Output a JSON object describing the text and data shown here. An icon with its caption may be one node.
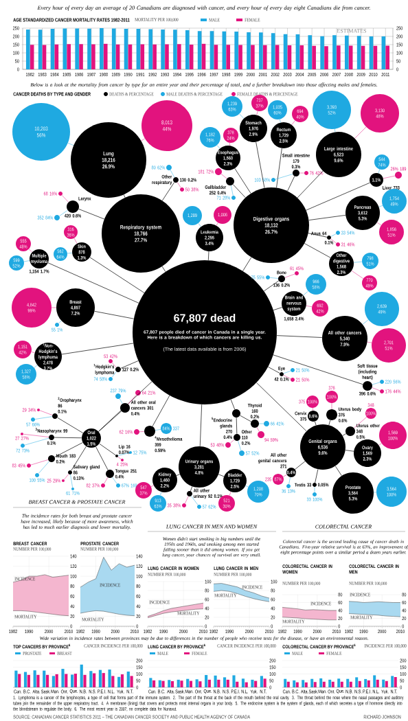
{
  "diagram": {
    "title": "Every hour of every day an average of 20 Canadians are diagnosed with cancer, and every hour of every day eight Canadians die from cancer.",
    "nodes": [
      {
        "text": [
          "67,807 dead",
          "67,807 people died of cancer in Canada in a single year. Here is a breakdown of which cancers are killing us.",
          "(The latest data available is from 2006)"
        ]
      },
      {
        "text": [
          "Respiratory system",
          "18,766",
          "27.7%"
        ]
      },
      {
        "text": [
          "Lung",
          "18,216",
          "26.9%"
        ]
      },
      {
        "text": [
          "10,203",
          "56%"
        ]
      },
      {
        "text": [
          "8,013",
          "44%"
        ]
      },
      {
        "text": [
          "Other respiratory",
          "130",
          "0.2%"
        ]
      },
      {
        "text": [
          "80",
          "62%"
        ]
      },
      {
        "text": [
          "50",
          "38%"
        ]
      },
      {
        "text": [
          "Larynx",
          "420",
          "0.6%"
        ]
      },
      {
        "text": [
          "68",
          "16%"
        ]
      },
      {
        "text": [
          "352",
          "84%"
        ]
      },
      {
        "text": [
          "Multiple myeloma",
          "1,154",
          "1.7%"
        ]
      },
      {
        "text": [
          "555",
          "48%"
        ]
      },
      {
        "text": [
          "599",
          "52%"
        ]
      },
      {
        "text": [
          "Skin",
          "878",
          "1.3%"
        ]
      },
      {
        "text": [
          "316",
          "36%"
        ]
      },
      {
        "text": [
          "562",
          "64%"
        ]
      },
      {
        "text": [
          "Leukemia",
          "2,295",
          "3.4%"
        ]
      },
      {
        "text": [
          "1,289"
        ]
      },
      {
        "text": [
          "1,006"
        ]
      },
      {
        "text": [
          "Digestive organs",
          "18,132",
          "26.7%"
        ]
      },
      {
        "text": [
          "Esophagus",
          "1,560",
          "2.3%"
        ]
      },
      {
        "text": [
          "1,182",
          "76%"
        ]
      },
      {
        "text": [
          "378",
          "24%"
        ]
      },
      {
        "text": [
          "Stomach",
          "1,976",
          "2.9%"
        ]
      },
      {
        "text": [
          "1,239",
          "63%"
        ]
      },
      {
        "text": [
          "737",
          "37%"
        ]
      },
      {
        "text": [
          "Rectum",
          "1,729",
          "2.5%"
        ]
      },
      {
        "text": [
          "1,035",
          "60%"
        ]
      },
      {
        "text": [
          "694",
          "40%"
        ]
      },
      {
        "text": [
          "Gallbladder",
          "252",
          "0.4%"
        ]
      },
      {
        "text": [
          "181",
          "72%"
        ]
      },
      {
        "text": [
          "71",
          "28%"
        ]
      },
      {
        "text": [
          "Small intestine",
          "179",
          "0.3%"
        ]
      },
      {
        "text": [
          "103",
          "58%"
        ]
      },
      {
        "text": [
          "76",
          "42%"
        ]
      },
      {
        "text": [
          "Large intestine",
          "6,523",
          "9.6%"
        ]
      },
      {
        "text": [
          "3,393",
          "52%"
        ]
      },
      {
        "text": [
          "3,130",
          "48%"
        ]
      },
      {
        "text": [
          "1.1%",
          "Liver 733"
        ]
      },
      {
        "text": [
          "544",
          "74%"
        ]
      },
      {
        "text": [
          "26%",
          "189"
        ]
      },
      {
        "text": [
          "Pancreas",
          "3,612",
          "5.3%"
        ]
      },
      {
        "text": [
          "1,754",
          "49%"
        ]
      },
      {
        "text": [
          "1,856",
          "51%"
        ]
      },
      {
        "text": [
          "Anus 64",
          "0.1%"
        ]
      },
      {
        "text": [
          "33",
          "54%"
        ]
      },
      {
        "text": [
          "31",
          "46%"
        ]
      },
      {
        "text": [
          "Other digestive",
          "1,568",
          "2.3%"
        ]
      },
      {
        "text": [
          "798",
          "51%"
        ]
      },
      {
        "text": [
          "770",
          "49%"
        ]
      },
      {
        "text": [
          "Bone",
          "136",
          "0.2%"
        ]
      },
      {
        "text": [
          "75",
          "55%"
        ]
      },
      {
        "text": [
          "61",
          "45%"
        ]
      },
      {
        "text": [
          "Brain and nervous system",
          "1,658",
          "2.4%"
        ]
      },
      {
        "text": [
          "966",
          "58%"
        ]
      },
      {
        "text": [
          "692",
          "42%"
        ]
      },
      {
        "text": [
          "All other cancers",
          "5,340",
          "7.9%"
        ]
      },
      {
        "text": [
          "2,639",
          "49%"
        ]
      },
      {
        "text": [
          "2,701",
          "51%"
        ]
      },
      {
        "text": [
          "Breast",
          "4,897",
          "7.2%"
        ]
      },
      {
        "text": [
          "4,842",
          "99%"
        ]
      },
      {
        "text": [
          "55",
          "1%"
        ]
      },
      {
        "text": [
          "$^{1}$Non-Hodgkin's lymphoma",
          "2,478",
          "3.7%"
        ]
      },
      {
        "text": [
          "1,151",
          "42%"
        ]
      },
      {
        "text": [
          "1,327",
          "58%"
        ]
      },
      {
        "text": [
          "$^{1}$Hodgkin's lymphoma",
          "127",
          "0.2%"
        ]
      },
      {
        "text": [
          "53",
          "42%"
        ]
      },
      {
        "text": [
          "74",
          "58%"
        ]
      },
      {
        "text": [
          "Eye",
          "42",
          "0.1%"
        ]
      },
      {
        "text": [
          "21",
          "50%"
        ]
      },
      {
        "text": [
          "21",
          "50%"
        ]
      },
      {
        "text": [
          "Soft tissue (including heart)",
          "396",
          "0.6%"
        ]
      },
      {
        "text": [
          "220",
          "56%"
        ]
      },
      {
        "text": [
          "176",
          "44%"
        ]
      },
      {
        "text": [
          "Oral",
          "1,022",
          "1.5%"
        ]
      },
      {
        "text": [
          "All other oral cancers 301",
          "0.4%"
        ]
      },
      {
        "text": [
          "237",
          "79%"
        ]
      },
      {
        "text": [
          "64",
          "21%"
        ]
      },
      {
        "text": [
          "$^{2}$Oropharynx 86",
          "0.1%"
        ]
      },
      {
        "text": [
          "29",
          "34%"
        ]
      },
      {
        "text": [
          "57",
          "66%"
        ]
      },
      {
        "text": [
          "$^{3}$Nasopharynx 99",
          "0.1%"
        ]
      },
      {
        "text": [
          "27",
          "27%"
        ]
      },
      {
        "text": [
          "72",
          "73%"
        ]
      },
      {
        "text": [
          "Mouth 183",
          "0.2%"
        ]
      },
      {
        "text": [
          "83",
          "45%"
        ]
      },
      {
        "text": [
          "100",
          "55%"
        ]
      },
      {
        "text": [
          "Salivary gland 86",
          "0.13%"
        ]
      },
      {
        "text": [
          "25",
          "29%"
        ]
      },
      {
        "text": [
          "61",
          "71%"
        ]
      },
      {
        "text": [
          "Tongue 251",
          "0.4%"
        ]
      },
      {
        "text": [
          "82",
          "37%"
        ]
      },
      {
        "text": [
          "67%",
          "169"
        ]
      },
      {
        "text": [
          "Lip 16",
          "0.07%"
        ]
      },
      {
        "text": [
          "12",
          "75%"
        ]
      },
      {
        "text": [
          "4",
          "25%"
        ]
      },
      {
        "text": [
          "$^{4}$Mesothelioma 399",
          "0.59%"
        ]
      },
      {
        "text": [
          "62",
          "16%"
        ]
      },
      {
        "text": [
          "84%",
          "337"
        ]
      },
      {
        "text": [
          "$^{5}$Endocrine glands",
          "270",
          "0.4%"
        ]
      },
      {
        "text": [
          "Thyroid",
          "160",
          "0.2%"
        ]
      },
      {
        "text": [
          "66",
          "41%"
        ]
      },
      {
        "text": [
          "94",
          "59%"
        ]
      },
      {
        "text": [
          "Other",
          "110",
          "0.2%"
        ]
      },
      {
        "text": [
          "53",
          "48%"
        ]
      },
      {
        "text": [
          "57",
          "52%"
        ]
      },
      {
        "text": [
          "Genital organs",
          "6,536",
          "9.6%"
        ]
      },
      {
        "text": [
          "Cervix",
          "375",
          "0.6%"
        ]
      },
      {
        "text": [
          "375",
          "100%"
        ]
      },
      {
        "text": [
          "Uterus body",
          "376",
          "0.6%"
        ]
      },
      {
        "text": [
          "376",
          "100%"
        ]
      },
      {
        "text": [
          "Uterus other",
          "348",
          "0.5%"
        ]
      },
      {
        "text": [
          "348",
          "100%"
        ]
      },
      {
        "text": [
          "Ovary",
          "1,569",
          "2.3%"
        ]
      },
      {
        "text": [
          "1,569",
          "100%"
        ]
      },
      {
        "text": [
          "Prostate",
          "3,564",
          "5.3%"
        ]
      },
      {
        "text": [
          "3,564",
          "100%"
        ]
      },
      {
        "text": [
          "Testis 33",
          "0.05%"
        ]
      },
      {
        "text": [
          "33",
          "100%"
        ]
      },
      {
        "text": [
          "All other genital cancers",
          "271",
          "0.4%"
        ]
      },
      {
        "text": [
          "235",
          "87%"
        ]
      },
      {
        "text": [
          "36",
          "13%"
        ]
      },
      {
        "text": [
          "Urinary organs",
          "3,281",
          "4.8%"
        ]
      },
      {
        "text": [
          "Kidney",
          "1,460",
          "2.2%"
        ]
      },
      {
        "text": [
          "547",
          "37%"
        ]
      },
      {
        "text": [
          "913",
          "63%"
        ]
      },
      {
        "text": [
          "All other urinary",
          "92",
          "0.1%"
        ]
      },
      {
        "text": [
          "35",
          "38%"
        ]
      },
      {
        "text": [
          "57",
          "62%"
        ]
      },
      {
        "text": [
          "Bladder",
          "1,729",
          "2.5%"
        ]
      },
      {
        "text": [
          "521",
          "30%"
        ]
      },
      {
        "text": [
          "1,208",
          "70%"
        ]
      }
    ],
    "edges": [
      {
        "from": 0,
        "to": 1,
        "arrow": "none"
      },
      {
        "from": 0,
        "to": 11,
        "arrow": "none"
      },
      {
        "from": 0,
        "to": 14,
        "arrow": "none"
      },
      {
        "from": 0,
        "to": 17,
        "arrow": "none"
      },
      {
        "from": 0,
        "to": 20,
        "arrow": "none"
      },
      {
        "from": 0,
        "to": 51,
        "arrow": "none"
      },
      {
        "from": 0,
        "to": 54,
        "arrow": "none"
      },
      {
        "from": 0,
        "to": 57,
        "arrow": "none"
      },
      {
        "from": 0,
        "to": 60,
        "arrow": "none"
      },
      {
        "from": 0,
        "to": 63,
        "arrow": "none"
      },
      {
        "from": 0,
        "to": 66,
        "arrow": "none"
      },
      {
        "from": 0,
        "to": 69,
        "arrow": "none"
      },
      {
        "from": 0,
        "to": 72,
        "arrow": "none"
      },
      {
        "from": 0,
        "to": 75,
        "arrow": "none"
      },
      {
        "from": 0,
        "to": 97,
        "arrow": "none"
      },
      {
        "from": 0,
        "to": 100,
        "arrow": "none"
      },
      {
        "from": 0,
        "to": 107,
        "arrow": "none"
      },
      {
        "from": 0,
        "to": 123,
        "arrow": "none"
      },
      {
        "from": 1,
        "to": 2,
        "arrow": "none"
      },
      {
        "from": 1,
        "to": 5,
        "arrow": "none"
      },
      {
        "from": 1,
        "to": 8,
        "arrow": "none"
      },
      {
        "from": 2,
        "to": 3,
        "arrow": "none",
        "color": "#1fa9e1"
      },
      {
        "from": 2,
        "to": 4,
        "arrow": "none",
        "color": "#e2137e"
      },
      {
        "from": 5,
        "to": 6,
        "arrow": "none",
        "color": "#1fa9e1"
      },
      {
        "from": 5,
        "to": 7,
        "arrow": "none",
        "color": "#e2137e"
      },
      {
        "from": 8,
        "to": 9,
        "arrow": "none",
        "color": "#e2137e"
      },
      {
        "from": 8,
        "to": 10,
        "arrow": "none",
        "color": "#1fa9e1"
      },
      {
        "from": 11,
        "to": 12,
        "arrow": "none",
        "color": "#e2137e"
      },
      {
        "from": 11,
        "to": 13,
        "arrow": "none",
        "color": "#1fa9e1"
      },
      {
        "from": 14,
        "to": 15,
        "arrow": "none",
        "color": "#e2137e"
      },
      {
        "from": 14,
        "to": 16,
        "arrow": "none",
        "color": "#1fa9e1"
      },
      {
        "from": 17,
        "to": 18,
        "arrow": "none",
        "color": "#1fa9e1"
      },
      {
        "from": 17,
        "to": 19,
        "arrow": "none",
        "color": "#e2137e"
      },
      {
        "from": 20,
        "to": 21,
        "arrow": "none"
      },
      {
        "from": 20,
        "to": 24,
        "arrow": "none"
      },
      {
        "from": 20,
        "to": 27,
        "arrow": "none"
      },
      {
        "from": 20,
        "to": 30,
        "arrow": "none"
      },
      {
        "from": 20,
        "to": 33,
        "arrow": "none"
      },
      {
        "from": 20,
        "to": 36,
        "arrow": "none"
      },
      {
        "from": 20,
        "to": 39,
        "arrow": "none"
      },
      {
        "from": 20,
        "to": 42,
        "arrow": "none"
      },
      {
        "from": 20,
        "to": 45,
        "arrow": "none"
      },
      {
        "from": 20,
        "to": 48,
        "arrow": "none"
      },
      {
        "from": 21,
        "to": 22,
        "arrow": "none",
        "color": "#1fa9e1"
      },
      {
        "from": 21,
        "to": 23,
        "arrow": "none",
        "color": "#e2137e"
      },
      {
        "from": 24,
        "to": 25,
        "arrow": "none",
        "color": "#1fa9e1"
      },
      {
        "from": 24,
        "to": 26,
        "arrow": "none",
        "color": "#e2137e"
      },
      {
        "from": 27,
        "to": 28,
        "arrow": "none",
        "color": "#1fa9e1"
      },
      {
        "from": 27,
        "to": 29,
        "arrow": "none",
        "color": "#e2137e"
      },
      {
        "from": 30,
        "to": 31,
        "arrow": "none",
        "color": "#e2137e"
      },
      {
        "from": 30,
        "to": 32,
        "arrow": "none",
        "color": "#1fa9e1"
      },
      {
        "from": 33,
        "to": 34,
        "arrow": "none",
        "color": "#1fa9e1"
      },
      {
        "from": 33,
        "to": 35,
        "arrow": "none",
        "color": "#e2137e"
      },
      {
        "from": 36,
        "to": 37,
        "arrow": "none",
        "color": "#1fa9e1"
      },
      {
        "from": 36,
        "to": 38,
        "arrow": "none",
        "color": "#e2137e"
      },
      {
        "from": 39,
        "to": 40,
        "arrow": "none",
        "color": "#1fa9e1"
      },
      {
        "from": 39,
        "to": 41,
        "arrow": "none",
        "color": "#e2137e"
      },
      {
        "from": 42,
        "to": 43,
        "arrow": "none",
        "color": "#1fa9e1"
      },
      {
        "from": 42,
        "to": 44,
        "arrow": "none",
        "color": "#e2137e"
      },
      {
        "from": 45,
        "to": 46,
        "arrow": "none",
        "color": "#1fa9e1"
      },
      {
        "from": 45,
        "to": 47,
        "arrow": "none",
        "color": "#e2137e"
      },
      {
        "from": 48,
        "to": 49,
        "arrow": "none",
        "color": "#1fa9e1"
      },
      {
        "from": 48,
        "to": 50,
        "arrow": "none",
        "color": "#e2137e"
      },
      {
        "from": 51,
        "to": 52,
        "arrow": "none",
        "color": "#1fa9e1"
      },
      {
        "from": 51,
        "to": 53,
        "arrow": "none",
        "color": "#e2137e"
      },
      {
        "from": 54,
        "to": 55,
        "arrow": "none",
        "color": "#1fa9e1"
      },
      {
        "from": 54,
        "to": 56,
        "arrow": "none",
        "color": "#e2137e"
      },
      {
        "from": 57,
        "to": 58,
        "arrow": "none",
        "color": "#1fa9e1"
      },
      {
        "from": 57,
        "to": 59,
        "arrow": "none",
        "color": "#e2137e"
      },
      {
        "from": 60,
        "to": 61,
        "arrow": "none",
        "color": "#e2137e"
      },
      {
        "from": 60,
        "to": 62,
        "arrow": "none",
        "color": "#1fa9e1"
      },
      {
        "from": 63,
        "to": 64,
        "arrow": "none",
        "color": "#e2137e"
      },
      {
        "from": 63,
        "to": 65,
        "arrow": "none",
        "color": "#1fa9e1"
      },
      {
        "from": 66,
        "to": 67,
        "arrow": "none",
        "color": "#e2137e"
      },
      {
        "from": 66,
        "to": 68,
        "arrow": "none",
        "color": "#1fa9e1"
      },
      {
        "from": 69,
        "to": 70,
        "arrow": "none",
        "color": "#1fa9e1"
      },
      {
        "from": 69,
        "to": 71,
        "arrow": "none",
        "color": "#e2137e"
      },
      {
        "from": 72,
        "to": 73,
        "arrow": "none",
        "color": "#1fa9e1"
      },
      {
        "from": 72,
        "to": 74,
        "arrow": "none",
        "color": "#e2137e"
      },
      {
        "from": 75,
        "to": 76,
        "arrow": "none"
      },
      {
        "from": 75,
        "to": 79,
        "arrow": "none"
      },
      {
        "from": 75,
        "to": 82,
        "arrow": "none"
      },
      {
        "from": 75,
        "to": 85,
        "arrow": "none"
      },
      {
        "from": 75,
        "to": 88,
        "arrow": "none"
      },
      {
        "from": 75,
        "to": 91,
        "arrow": "none"
      },
      {
        "from": 75,
        "to": 94,
        "arrow": "none"
      },
      {
        "from": 76,
        "to": 77,
        "arrow": "none",
        "color": "#1fa9e1"
      },
      {
        "from": 76,
        "to": 78,
        "arrow": "none",
        "color": "#e2137e"
      },
      {
        "from": 79,
        "to": 80,
        "arrow": "none",
        "color": "#e2137e"
      },
      {
        "from": 79,
        "to": 81,
        "arrow": "none",
        "color": "#1fa9e1"
      },
      {
        "from": 82,
        "to": 83,
        "arrow": "none",
        "color": "#e2137e"
      },
      {
        "from": 82,
        "to": 84,
        "arrow": "none",
        "color": "#1fa9e1"
      },
      {
        "from": 85,
        "to": 86,
        "arrow": "none",
        "color": "#e2137e"
      },
      {
        "from": 85,
        "to": 87,
        "arrow": "none",
        "color": "#1fa9e1"
      },
      {
        "from": 88,
        "to": 89,
        "arrow": "none",
        "color": "#e2137e"
      },
      {
        "from": 88,
        "to": 90,
        "arrow": "none",
        "color": "#1fa9e1"
      },
      {
        "from": 91,
        "to": 92,
        "arrow": "none",
        "color": "#e2137e"
      },
      {
        "from": 91,
        "to": 93,
        "arrow": "none",
        "color": "#1fa9e1"
      },
      {
        "from": 94,
        "to": 95,
        "arrow": "none",
        "color": "#1fa9e1"
      },
      {
        "from": 94,
        "to": 96,
        "arrow": "none",
        "color": "#e2137e"
      },
      {
        "from": 97,
        "to": 98,
        "arrow": "none",
        "color": "#e2137e"
      },
      {
        "from": 97,
        "to": 99,
        "arrow": "none",
        "color": "#1fa9e1"
      },
      {
        "from": 100,
        "to": 101,
        "arrow": "none"
      },
      {
        "from": 100,
        "to": 104,
        "arrow": "none"
      },
      {
        "from": 101,
        "to": 102,
        "arrow": "none",
        "color": "#1fa9e1"
      },
      {
        "from": 101,
        "to": 103,
        "arrow": "none",
        "color": "#e2137e"
      },
      {
        "from": 104,
        "to": 105,
        "arrow": "none",
        "color": "#e2137e"
      },
      {
        "from": 104,
        "to": 106,
        "arrow": "none",
        "color": "#1fa9e1"
      },
      {
        "from": 107,
        "to": 108,
        "arrow": "none"
      },
      {
        "from": 107,
        "to": 110,
        "arrow": "none"
      },
      {
        "from": 107,
        "to": 112,
        "arrow": "none"
      },
      {
        "from": 107,
        "to": 114,
        "arrow": "none"
      },
      {
        "from": 107,
        "to": 116,
        "arrow": "none"
      },
      {
        "from": 107,
        "to": 118,
        "arrow": "none"
      },
      {
        "from": 107,
        "to": 120,
        "arrow": "none"
      },
      {
        "from": 108,
        "to": 109,
        "arrow": "none",
        "color": "#e2137e"
      },
      {
        "from": 110,
        "to": 111,
        "arrow": "none",
        "color": "#e2137e"
      },
      {
        "from": 112,
        "to": 113,
        "arrow": "none",
        "color": "#e2137e"
      },
      {
        "from": 114,
        "to": 115,
        "arrow": "none",
        "color": "#e2137e"
      },
      {
        "from": 116,
        "to": 117,
        "arrow": "none",
        "color": "#1fa9e1"
      },
      {
        "from": 118,
        "to": 119,
        "arrow": "none",
        "color": "#1fa9e1"
      },
      {
        "from": 120,
        "to": 121,
        "arrow": "none",
        "color": "#e2137e"
      },
      {
        "from": 120,
        "to": 122,
        "arrow": "none",
        "color": "#1fa9e1"
      },
      {
        "from": 123,
        "to": 124,
        "arrow": "none"
      },
      {
        "from": 123,
        "to": 127,
        "arrow": "none"
      },
      {
        "from": 123,
        "to": 130,
        "arrow": "none"
      },
      {
        "from": 124,
        "to": 125,
        "arrow": "none",
        "color": "#e2137e"
      },
      {
        "from": 124,
        "to": 126,
        "arrow": "none",
        "color": "#1fa9e1"
      },
      {
        "from": 127,
        "to": 128,
        "arrow": "none",
        "color": "#e2137e"
      },
      {
        "from": 127,
        "to": 129,
        "arrow": "none",
        "color": "#1fa9e1"
      },
      {
        "from": 130,
        "to": 131,
        "arrow": "none",
        "color": "#e2137e"
      },
      {
        "from": 130,
        "to": 132,
        "arrow": "none",
        "color": "#1fa9e1"
      }
    ],
    "labels": [
      "ESTIMATES",
      "Below is a look at the mortality from cancer by type for an entire year and their percentage of total, and a further breakdown into those affecting males and females.",
      "CANCER DEATHS BY TYPE AND GENDER",
      "BREAST CANCER & PROSTATE CANCER",
      "The incidence rates for both breast and prostate cancer have increased, likely because of more awareness, which has led to much earlier diagnosis and lower mortality.",
      "LUNG CANCER IN MEN AND WOMEN",
      "COLORECTAL CANCER",
      "Women didn't start smoking in big numbers until the 1950s and 1960s, and smoking among men started falling sooner than it did among women. If you get lung cancer, your chances of survival are very small.",
      "Colorectal cancer is the second leading cause of cancer death in Canadians. Five-year relative survival is at 63%, an improvement of eight percentage points over a similar period a dozen years earlier.",
      "BREAST CANCER",
      "NUMBER PER 100,000",
      "INCIDENCE",
      "MORTALITY",
      "0",
      "20",
      "40",
      "60",
      "80",
      "100",
      "120",
      "140",
      "1982",
      "1990",
      "2000",
      "2010",
      "PROSTATE CANCER",
      "NUMBER PER 100,000",
      "INCIDENCE",
      "MORTALITY",
      "0",
      "20",
      "40",
      "60",
      "80",
      "100",
      "120",
      "140",
      "1982",
      "1990",
      "2000",
      "2010",
      "LUNG CANCER IN WOMEN",
      "NUMBER PER 100,000",
      "INCIDENCE",
      "MORTALITY",
      "0",
      "20",
      "40",
      "60",
      "80",
      "100",
      "1982",
      "1990",
      "2000",
      "2010",
      "LUNG CANCER IN MEN",
      "NUMBER PER 100,000",
      "INCIDENCE",
      "MORTALITY",
      "0",
      "20",
      "40",
      "60",
      "80",
      "100",
      "1982",
      "1990",
      "2000",
      "2010",
      "COLORECTAL CANCER IN WOMEN",
      "NUMBER PER 100,000",
      "INCIDENCE",
      "MORTALITY",
      "0",
      "20",
      "40",
      "60",
      "80",
      "1982",
      "1990",
      "2000",
      "2010",
      "COLORECTAL CANCER IN MEN",
      "NUMBER PER 100,000",
      "INCIDENCE",
      "MORTALITY",
      "0",
      "20",
      "40",
      "60",
      "80",
      "1982",
      "1990",
      "2000",
      "2010",
      "Wide variation in incidence rates between provinces may be due to differences in the number of people who receive tests for the disease, or have an environmental reason.",
      "TOP CANCERS BY PROVINCE$^{6}$",
      "CANCER INCIDENCE PER 100,000",
      "0",
      "50",
      "100",
      "150",
      "200",
      "Can.",
      "B.C.",
      "Alta.",
      "Sask.",
      "Man.",
      "Ont.",
      "Que.",
      "N.B.",
      "N.S.",
      "P.E.I.",
      "N.L.",
      "Yuk.",
      "N.T.",
      "LUNG CANCER BY PROVINCE$^{6}$",
      "CANCER INCIDENCE PER 100,000",
      "0",
      "50",
      "100",
      "150",
      "200",
      "Can.",
      "B.C.",
      "Alta.",
      "Sask.",
      "Man.",
      "Ont.",
      "Que.",
      "N.B.",
      "N.S.",
      "P.E.I.",
      "N.L.",
      "Yuk.",
      "N.T.",
      "COLORECTAL CANCER BY PROVINCE$^{6}$",
      "INCIDENCE PER 100,000",
      "0",
      "50",
      "100",
      "150",
      "200",
      "Can.",
      "B.C.",
      "Alta.",
      "Sask.",
      "Man.",
      "Ont.",
      "Que.",
      "N.B.",
      "N.S.",
      "P.E.I.",
      "N.L.",
      "Yuk.",
      "N.T.",
      "1. Lymphoma is a cancer of the lymphocytes, a type of cell that forms part of the immune system. 2. The part of the throat at the back of the mouth behind the oral cavity. 3. The throat behind the nose where the nasal passages and auditory tubes join the remainder of the upper respiratory tract. 4. A membrane (lining) that covers and protects most internal organs in your body. 5. The endocrine system is the system of glands, each of which secretes a type of hormone directly into the bloodstream to regulate the body. 6. The most recent year is 2007, no complete data for Nunavut.",
      "SOURCE: CANADIAN CANCER STATISTICS 2011 – THE CANADIAN CANCER SOCIETY AND PUBLIC HEALTH AGENCY OF CANADA",
      "RICHARD JOHNSON"
    ],
    "legend": [
      {
        "text": "DEATHS & PERCENTAGE",
        "color": "#000000"
      },
      {
        "text": "MALE DEATHS & PERCENTAGE",
        "color": "#1fa9e1"
      },
      {
        "text": "FEMALE DEATHS & PERCENTAGE",
        "color": "#e2137e"
      },
      {
        "text": "PROSTATE",
        "color": "#1fa9e1"
      },
      {
        "text": "BREAST",
        "color": "#e2137e"
      },
      {
        "text": "MALE",
        "color": "#1fa9e1"
      },
      {
        "text": "FEMALE",
        "color": "#e2137e"
      },
      {
        "text": "MALE",
        "color": "#1fa9e1"
      },
      {
        "text": "FEMALE",
        "color": "#e2137e"
      }
    ],
    "chart_data": {
      "type": "bar",
      "title": "AGE STANDARDIZED CANCER MORTALITY RATES 1982-2011",
      "ylabel": "MORTALITY PER 100,000",
      "categories": [
        "1982",
        "1983",
        "1984",
        "1985",
        "1986",
        "1987",
        "1988",
        "1989",
        "1990",
        "1991",
        "1992",
        "1993",
        "1994",
        "1995",
        "1996",
        "1997",
        "1998",
        "1999",
        "2000",
        "2001",
        "2002",
        "2003",
        "2004",
        "2005",
        "2006",
        "2007",
        "2008",
        "2009",
        "2010",
        "2011"
      ],
      "series": [
        {
          "name": "MALE",
          "color": "#1fa9e1",
          "values": [
            242,
            241,
            246,
            248,
            248,
            247,
            250,
            248,
            246,
            246,
            244,
            242,
            241,
            238,
            232,
            232,
            230,
            229,
            225,
            224,
            220,
            214,
            212,
            207,
            201,
            207,
            205,
            203,
            200,
            200
          ]
        },
        {
          "name": "FEMALE",
          "color": "#e2137e",
          "values": [
            149,
            148,
            151,
            153,
            153,
            152,
            155,
            151,
            151,
            152,
            151,
            152,
            153,
            150,
            155,
            149,
            149,
            148,
            148,
            147,
            148,
            146,
            146,
            143,
            141,
            145,
            144,
            143,
            143,
            144
          ]
        }
      ],
      "ylim": [
        0,
        250
      ],
      "yticks": [
        {
          "value": 0,
          "label": "0"
        },
        {
          "value": 50,
          "label": "50"
        },
        {
          "value": 100,
          "label": "100"
        },
        {
          "value": 150,
          "label": "150"
        },
        {
          "value": 200,
          "label": "200"
        },
        {
          "value": 250,
          "label": "250"
        }
      ],
      "grid": true,
      "legend": "top"
    }
  }
}
